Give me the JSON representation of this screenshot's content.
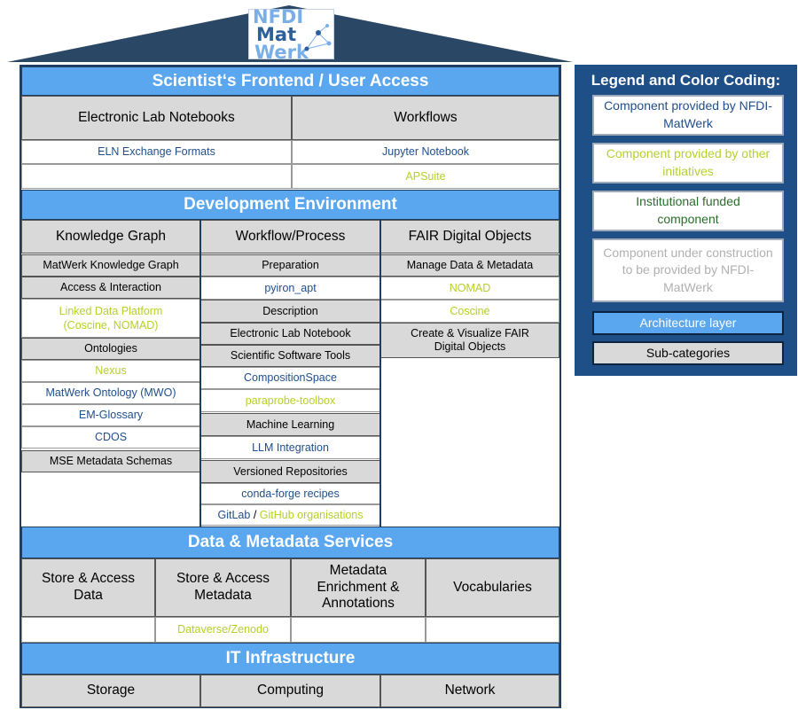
{
  "logo": {
    "line1": "NFDI",
    "line2": "Mat",
    "line3": "Werk"
  },
  "layers": {
    "frontend": "Scientist‘s Frontend / User Access",
    "development": "Development Environment",
    "data_services": "Data & Metadata Services",
    "infrastructure": "IT Infrastructure"
  },
  "frontend": {
    "eln": {
      "title": "Electronic Lab Notebooks",
      "items": [
        "ELN Exchange Formats"
      ]
    },
    "workflows": {
      "title": "Workflows",
      "items": [
        "Jupyter Notebook",
        "APSuite"
      ]
    }
  },
  "development": {
    "knowledge_graph": {
      "title": "Knowledge Graph",
      "matwerk_kg": "MatWerk Knowledge Graph",
      "access": "Access & Interaction",
      "linked_data": "Linked Data Platform (Coscine, NOMAD)",
      "ontologies": "Ontologies",
      "ontology_items": [
        "Nexus",
        "MatWerk Ontology (MWO)",
        "EM-Glossary",
        "CDOS"
      ],
      "mse_schemas": "MSE Metadata Schemas"
    },
    "workflow_process": {
      "title": "Workflow/Process",
      "preparation": "Preparation",
      "pyiron": "pyiron_apt",
      "description": "Description",
      "eln": "Electronic Lab Notebook",
      "sci_tools": "Scientific Software Tools",
      "composition": "CompositionSpace",
      "paraprobe": "paraprobe-toolbox",
      "ml": "Machine Learning",
      "llm": "LLM Integration",
      "repos": "Versioned Repositories",
      "conda": "conda-forge recipes",
      "gitlab": "GitLab",
      "slash": " / ",
      "github": "GitHub organisations"
    },
    "fair": {
      "title": "FAIR Digital Objects",
      "manage": "Manage Data & Metadata",
      "nomad": "NOMAD",
      "coscine": "Coscine",
      "create": "Create & Visualize FAIR Digital Objects"
    }
  },
  "data_services": {
    "store_data": "Store & Access Data",
    "store_metadata": "Store & Access Metadata",
    "metadata_enrichment": "Metadata Enrichment & Annotations",
    "vocabularies": "Vocabularies",
    "dataverse": "Dataverse/Zenodo"
  },
  "infrastructure": {
    "storage": "Storage",
    "computing": "Computing",
    "network": "Network"
  },
  "legend": {
    "title": "Legend and Color Coding:",
    "nfdi": "Component provided by NFDI-MatWerk",
    "other": "Component provided by other initiatives",
    "institutional": "Institutional funded component",
    "construction": "Component under construction to be provided by NFDI-MatWerk",
    "architecture": "Architecture layer",
    "subcategories": "Sub-categories"
  },
  "colors": {
    "nfdi_blue": "#1f4e8c",
    "other_yellow": "#b7cf2a",
    "institutional_green": "#2b6d2b",
    "construction_gray": "#b0b0b0",
    "layer_blue": "#5aa6ef",
    "subcategory_gray": "#d9d9d9",
    "legend_bg": "#1e4f86"
  }
}
